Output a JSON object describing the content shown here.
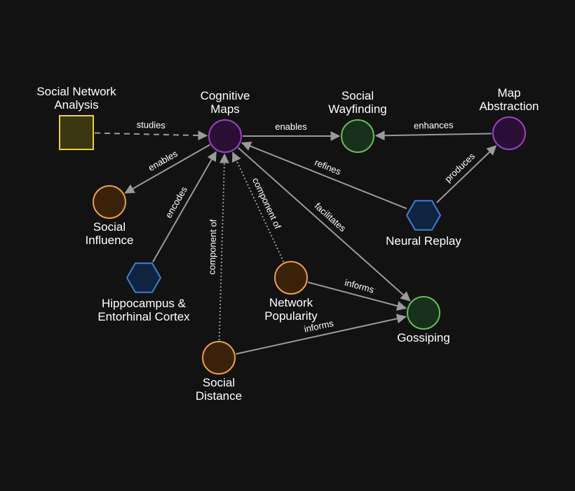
{
  "nodes": {
    "sna": {
      "lines": [
        "Social Network",
        "Analysis"
      ],
      "shape": "square",
      "fill": "#3a3710",
      "stroke": "#e8d33a"
    },
    "cog": {
      "lines": [
        "Cognitive",
        "Maps"
      ],
      "shape": "circle",
      "fill": "#2a0f35",
      "stroke": "#9b3fc6"
    },
    "wayfinding": {
      "lines": [
        "Social",
        "Wayfinding"
      ],
      "shape": "circle",
      "fill": "#16301a",
      "stroke": "#6ab85a"
    },
    "mapabs": {
      "lines": [
        "Map",
        "Abstraction"
      ],
      "shape": "circle",
      "fill": "#2a0f35",
      "stroke": "#9b3fc6"
    },
    "influence": {
      "lines": [
        "Social",
        "Influence"
      ],
      "shape": "circle",
      "fill": "#3a2208",
      "stroke": "#e8a040"
    },
    "replay": {
      "lines": [
        "Neural Replay"
      ],
      "shape": "hexagon",
      "fill": "#0f2440",
      "stroke": "#3f7fd0"
    },
    "hippo": {
      "lines": [
        "Hippocampus &",
        "Entorhinal Cortex"
      ],
      "shape": "hexagon",
      "fill": "#0f2440",
      "stroke": "#3f7fd0"
    },
    "popularity": {
      "lines": [
        "Network",
        "Popularity"
      ],
      "shape": "circle",
      "fill": "#3a2208",
      "stroke": "#e8a040"
    },
    "gossip": {
      "lines": [
        "Gossiping"
      ],
      "shape": "circle",
      "fill": "#16301a",
      "stroke": "#6ab85a"
    },
    "distance": {
      "lines": [
        "Social",
        "Distance"
      ],
      "shape": "circle",
      "fill": "#3a2208",
      "stroke": "#e8a040"
    }
  },
  "edges": [
    {
      "from": "sna",
      "to": "cog",
      "label": "studies",
      "style": "dashed"
    },
    {
      "from": "cog",
      "to": "wayfinding",
      "label": "enables",
      "style": "solid"
    },
    {
      "from": "mapabs",
      "to": "wayfinding",
      "label": "enhances",
      "style": "solid"
    },
    {
      "from": "cog",
      "to": "influence",
      "label": "enables",
      "style": "solid"
    },
    {
      "from": "hippo",
      "to": "cog",
      "label": "encodes",
      "style": "solid"
    },
    {
      "from": "distance",
      "to": "cog",
      "label": "component of",
      "style": "dotted"
    },
    {
      "from": "popularity",
      "to": "cog",
      "label": "component of",
      "style": "dotted"
    },
    {
      "from": "replay",
      "to": "cog",
      "label": "refines",
      "style": "solid"
    },
    {
      "from": "replay",
      "to": "mapabs",
      "label": "produces",
      "style": "solid"
    },
    {
      "from": "cog",
      "to": "gossip",
      "label": "facilitates",
      "style": "solid"
    },
    {
      "from": "popularity",
      "to": "gossip",
      "label": "informs",
      "style": "solid"
    },
    {
      "from": "distance",
      "to": "gossip",
      "label": "informs",
      "style": "solid"
    }
  ],
  "colors": {
    "edge": "#9a9a9a",
    "background": "#121212",
    "text": "#ffffff"
  }
}
